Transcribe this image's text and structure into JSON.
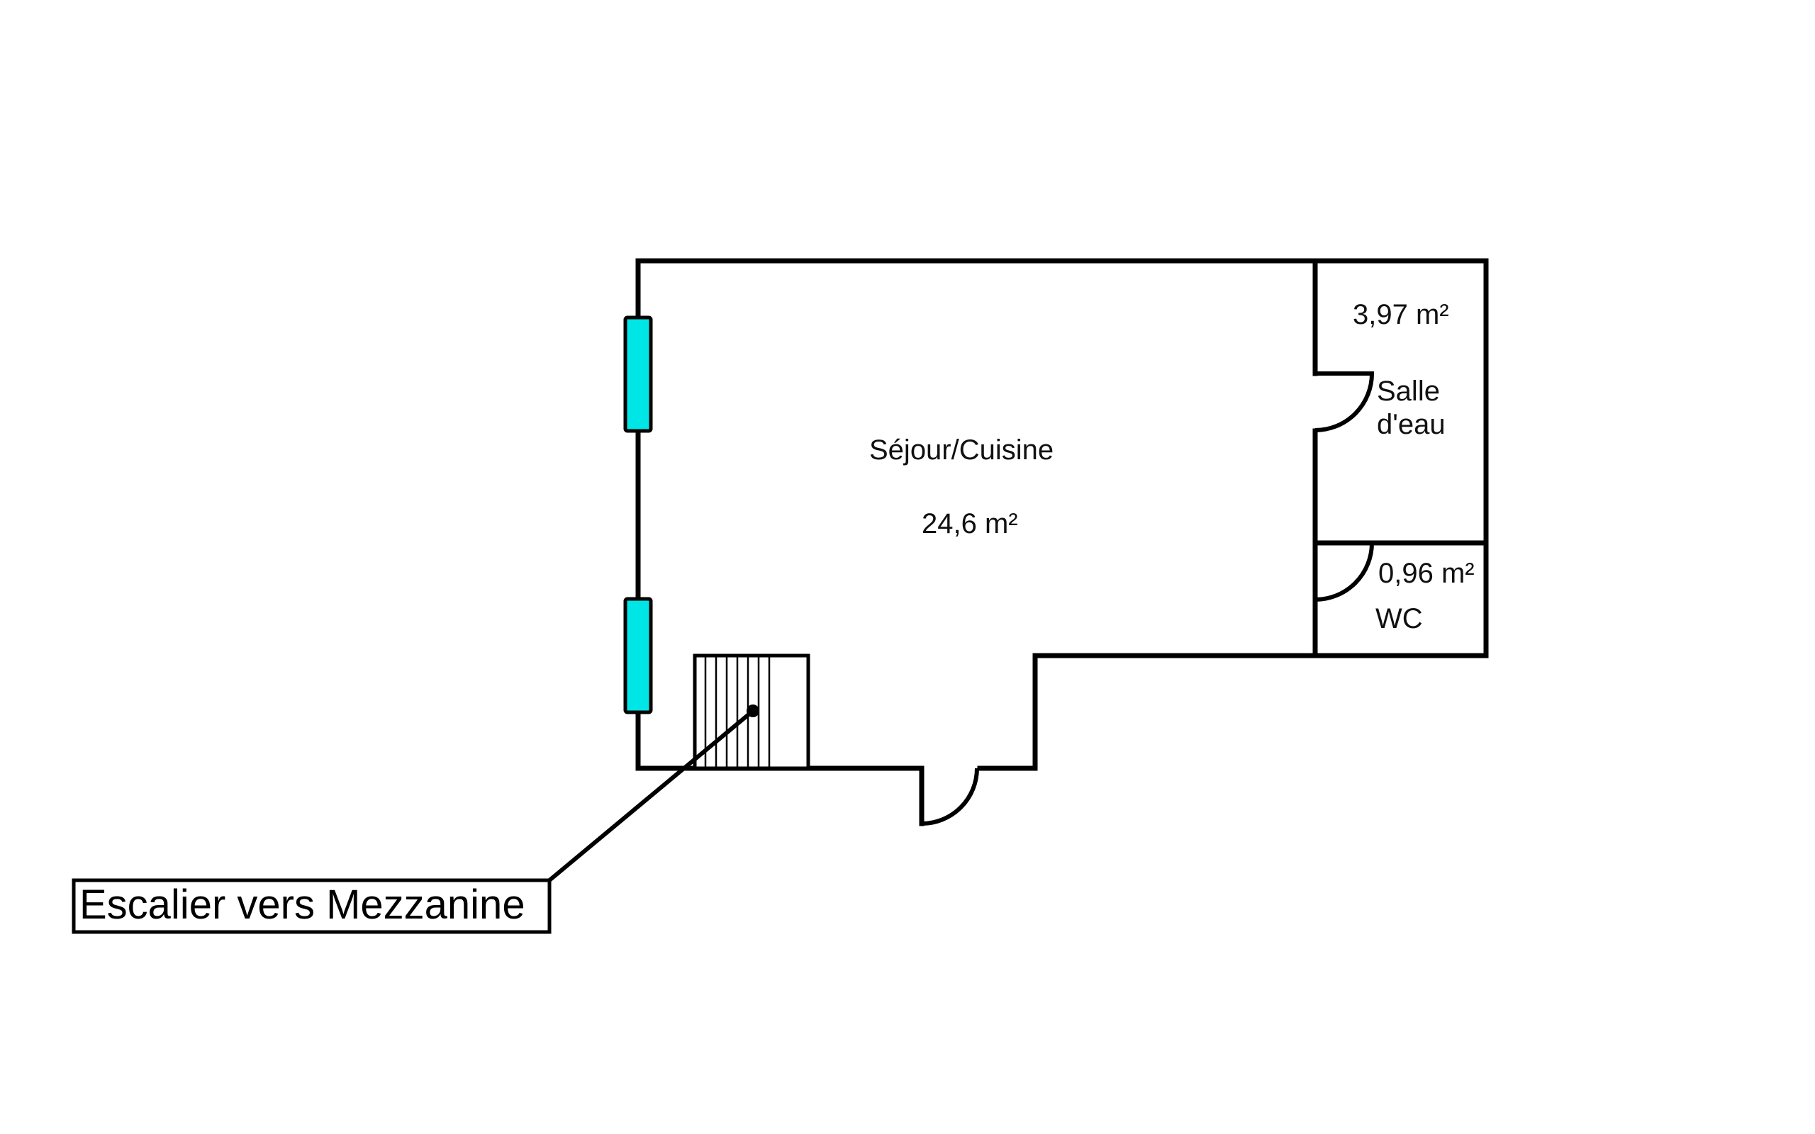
{
  "plan": {
    "rooms": [
      {
        "id": "sejour",
        "name": "Séjour/Cuisine",
        "area": "24,6 m²"
      },
      {
        "id": "salle-eau",
        "name_line1": "Salle",
        "name_line2": "d'eau",
        "area": "3,97 m²"
      },
      {
        "id": "wc",
        "name": "WC",
        "area": "0,96 m²"
      }
    ],
    "callout": {
      "label": "Escalier vers Mezzanine"
    }
  },
  "colors": {
    "window": "#00e5e5",
    "wall": "#000000"
  }
}
